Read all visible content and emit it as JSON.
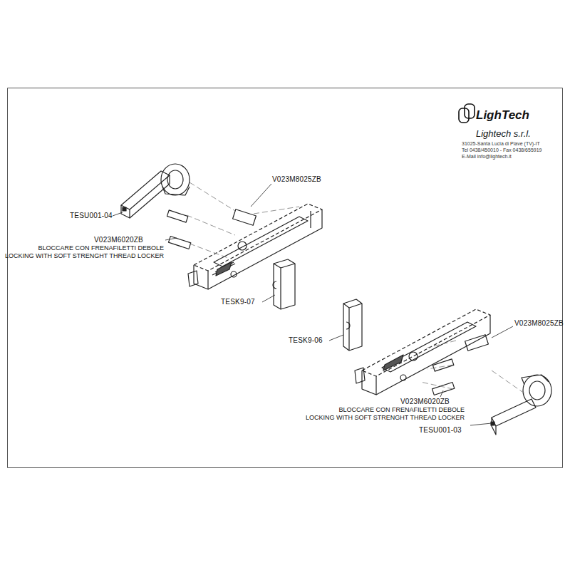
{
  "diagram": {
    "labels": [
      "LighTech",
      "Lightech s.r.l.",
      "31025-Santa Lucia di Piave (TV)-IT",
      "Tel 0438/450010 - Fax 0438/655919",
      "E-Mail info@lightech.it",
      "TESU001-04",
      "V023M8025ZB",
      "V023M6020ZB",
      "BLOCCARE CON FRENAFILETTI DEBOLE",
      "LOCKING WITH SOFT STRENGHT THREAD LOCKER",
      "TESK9-07",
      "TESK9-06",
      "V023M8025ZB",
      "V023M6020ZB",
      "BLOCCARE CON FRENAFILETTI DEBOLE",
      "LOCKING WITH SOFT STRENGHT THREAD LOCKER",
      "TESU001-03"
    ]
  }
}
